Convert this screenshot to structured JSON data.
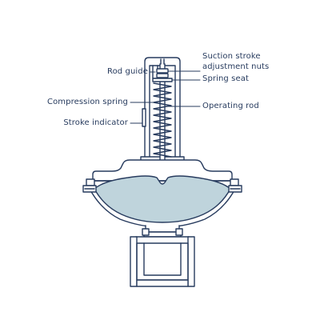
{
  "labels": {
    "rod_guide": "Rod guide",
    "compression_spring": "Compression spring",
    "stroke_indicator": "Stroke indicator",
    "suction_stroke_line1": "Suction stroke",
    "suction_stroke_line2": "adjustment nuts",
    "spring_seat": "Spring seat",
    "operating_rod": "Operating rod"
  },
  "colors": {
    "outline": "#273b5e",
    "fill": "#ffffff",
    "diaphragm_fill": "#bfd4dc",
    "leader": "#273b5e"
  }
}
